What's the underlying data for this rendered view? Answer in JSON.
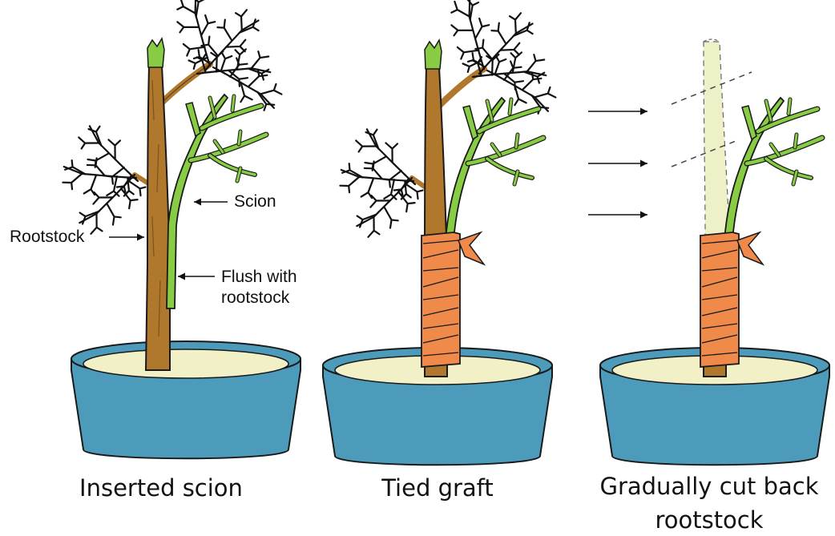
{
  "colors": {
    "rootstock": "#b0782c",
    "scion": "#88cc44",
    "scion_tip": "#66b844",
    "tie": "#f08a4b",
    "pot": "#4c9bbb",
    "soil": "#f2f0c6",
    "cut_rootstock": "#eef0c8",
    "outline": "#1a1a1a"
  },
  "labels": {
    "scion": "Scion",
    "rootstock": "Rootstock",
    "flush_line1": "Flush with",
    "flush_line2": "rootstock"
  },
  "captions": {
    "inserted": "Inserted scion",
    "tied": "Tied graft",
    "cut_line1": "Gradually cut back",
    "cut_line2": "rootstock"
  }
}
